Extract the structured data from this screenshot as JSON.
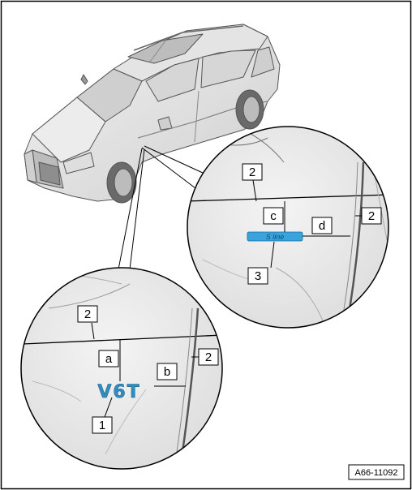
{
  "figure": {
    "reference_id": "A66-11092",
    "badge_texts": {
      "lower_detail": "V6T",
      "upper_detail": "S line"
    },
    "callouts": {
      "upper": [
        "2",
        "c",
        "d",
        "2",
        "3"
      ],
      "lower": [
        "2",
        "a",
        "b",
        "2",
        "1"
      ]
    }
  },
  "colors": {
    "badge": "#2f8fc4",
    "badge_upper": "#3aa3db",
    "outline": "#000000",
    "panel_fill": "#ececec"
  }
}
